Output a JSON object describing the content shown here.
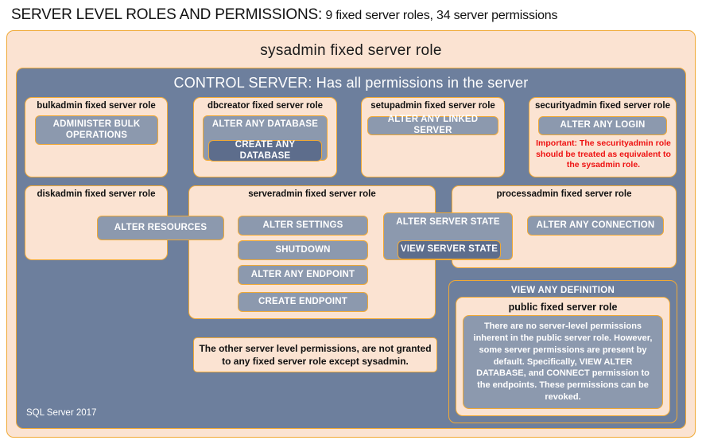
{
  "title": {
    "strong": "SERVER LEVEL ROLES AND PERMISSIONS:",
    "rest": " 9 fixed server roles, 34 server permissions"
  },
  "colors": {
    "peach_fill": "#fbe3d2",
    "slate_fill": "#6d7f9d",
    "permission_fill": "#8c99ae",
    "permission_dark_fill": "#5d6d8c",
    "border_gold": "#f0a935",
    "warning_red": "#ee1111",
    "text_dark": "#111111",
    "text_light": "#ffffff"
  },
  "sysadmin": {
    "label": "sysadmin fixed server role"
  },
  "control_server": {
    "label": "CONTROL SERVER: Has all permissions in the server"
  },
  "footer": {
    "version": "SQL Server 2017"
  },
  "roles": {
    "bulkadmin": {
      "label": "bulkadmin fixed server role",
      "permissions": [
        "ADMINISTER  BULK OPERATIONS"
      ]
    },
    "dbcreator": {
      "label": "dbcreator fixed server role",
      "permissions": [
        "ALTER ANY DATABASE",
        "CREATE  ANY DATABASE"
      ]
    },
    "setupadmin": {
      "label": "setupadmin fixed server role",
      "permissions": [
        "ALTER ANY LINKED SERVER"
      ]
    },
    "securityadmin": {
      "label": "securityadmin fixed server role",
      "permissions": [
        "ALTER ANY LOGIN"
      ],
      "warning": "Important:  The securityadmin role should  be treated as equivalent to the  sysadmin role."
    },
    "diskadmin": {
      "label": "diskadmin fixed server role",
      "permissions": [
        "ALTER RESOURCES"
      ]
    },
    "serveradmin": {
      "label": "serveradmin fixed server role",
      "permissions": [
        "ALTER SETTINGS",
        "SHUTDOWN",
        "ALTER ANY ENDPOINT",
        "CREATE  ENDPOINT"
      ],
      "shared_permissions": [
        "ALTER SERVER  STATE",
        "VIEW SERVER  STATE"
      ]
    },
    "processadmin": {
      "label": "processadmin fixed server role",
      "permissions": [
        "ALTER ANY CONNECTION"
      ]
    },
    "public": {
      "outer_permission": "VIEW ANY DEFINITION",
      "label": "public  fixed server role",
      "description": "There are no server-level permissions inherent in the public server role. However, some server permissions are present by default. Specifically, VIEW ALTER DATABASE, and CONNECT permission to the endpoints. These permissions can be revoked."
    }
  },
  "notes": {
    "other_permissions": "The other server level permissions,  are not granted to any fixed server role except sysadmin."
  }
}
